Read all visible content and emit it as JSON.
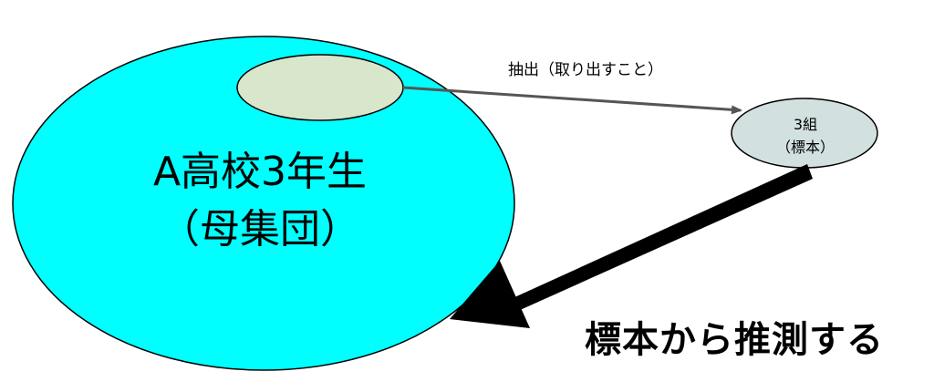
{
  "population": {
    "title": "A高校3年生",
    "subtitle": "（母集団）"
  },
  "extract_label": "抽出（取り出すこと）",
  "sample": {
    "title": "3組",
    "subtitle": "（標本）"
  },
  "inference_label": "標本から推測する",
  "colors": {
    "population_fill": "#00ffff",
    "subset_fill": "#d8e6cc",
    "sample_fill": "#d3e0e0",
    "thin_arrow": "#555555",
    "thick_arrow": "#000000"
  }
}
